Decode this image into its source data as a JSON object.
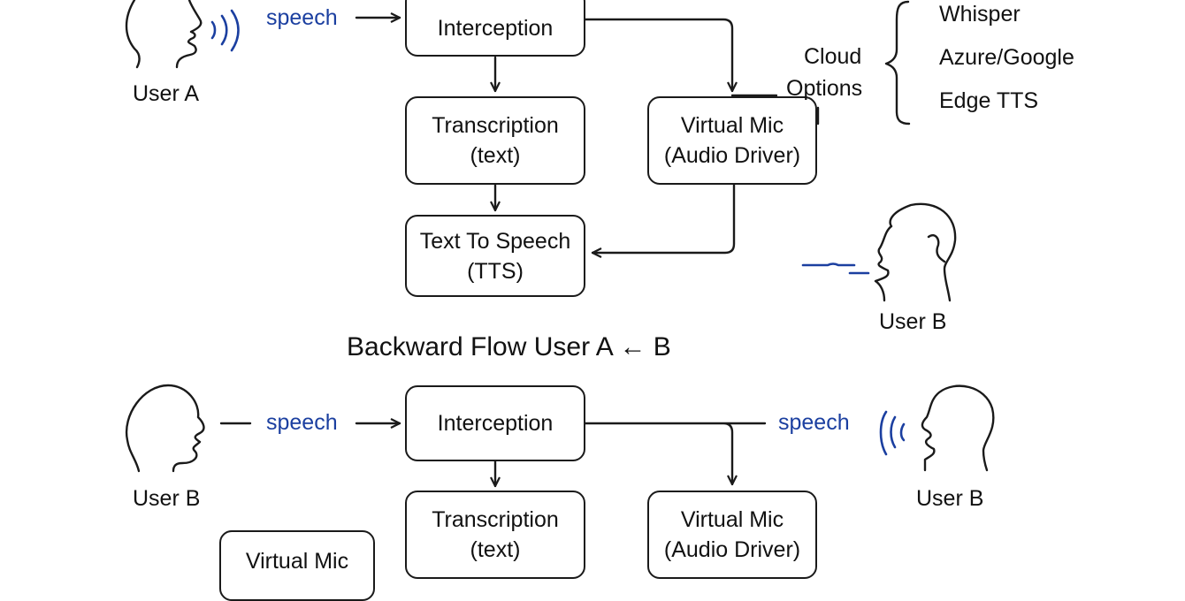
{
  "forward": {
    "user_a_label": "User A",
    "user_b_label": "User B",
    "speech_label": "speech",
    "interception": "Interception",
    "transcription": [
      "Transcription",
      "(text)"
    ],
    "virtual_mic": [
      "Virtual Mic",
      "(Audio Driver)"
    ],
    "tts": [
      "Text To Speech",
      "(TTS)"
    ],
    "cloud": {
      "label": [
        "Cloud",
        "Options"
      ],
      "options": [
        "Whisper",
        "Azure/Google",
        "Edge TTS"
      ]
    }
  },
  "backward": {
    "title": "Backward Flow User A ← B",
    "user_left_label": "User B",
    "user_right_label": "User B",
    "speech_left": "speech",
    "speech_right": "speech",
    "interception": "Interception",
    "transcription": [
      "Transcription",
      "(text)"
    ],
    "virtual_mic": [
      "Virtual Mic",
      "(Audio Driver)"
    ],
    "virtual_mic_left": [
      "Virtual Mic"
    ]
  },
  "colors": {
    "stroke": "#1a1a1a",
    "accent_blue": "#1b3fa0",
    "background": "#ffffff"
  }
}
